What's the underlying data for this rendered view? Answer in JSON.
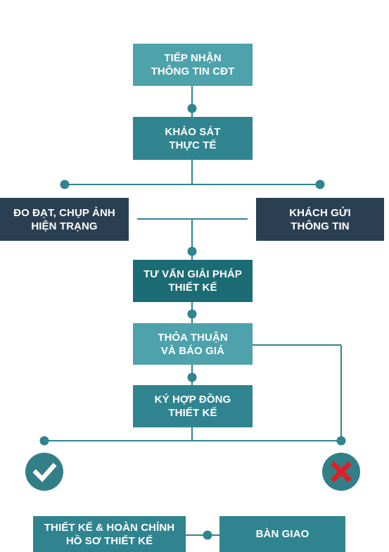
{
  "colors": {
    "teal": "#2f8490",
    "teal_light": "#4ea2ac",
    "teal_dark": "#1b6c75",
    "navy": "#2b3f52",
    "line": "#2f8490",
    "cross": "#e01e26",
    "check": "#ffffff"
  },
  "nodes": {
    "tiep_nhan": "TIẾP NHẬN\nTHÔNG TIN CĐT",
    "khao_sat": "KHẢO SÁT\nTHỰC TẾ",
    "do_dat": "ĐO ĐẠT, CHỤP ẢNH\nHIỆN TRẠNG",
    "khach_gui": "KHÁCH GỬI\nTHÔNG TIN",
    "tu_van": "TƯ VẤN GIẢI PHÁP\nTHIẾT KẾ",
    "thoa_thuan": "THỎA THUẬN\nVÀ BÁO GIÁ",
    "ky_hop_dong": "KÝ HỢP ĐỒNG\nTHIẾT KẾ",
    "thiet_ke": "THIẾT KẾ & HOÀN CHỈNH\nHỒ SƠ THIẾT KẾ",
    "ban_giao": "BÀN GIAO"
  },
  "icons": {
    "accept": "check-icon",
    "reject": "cross-icon"
  }
}
